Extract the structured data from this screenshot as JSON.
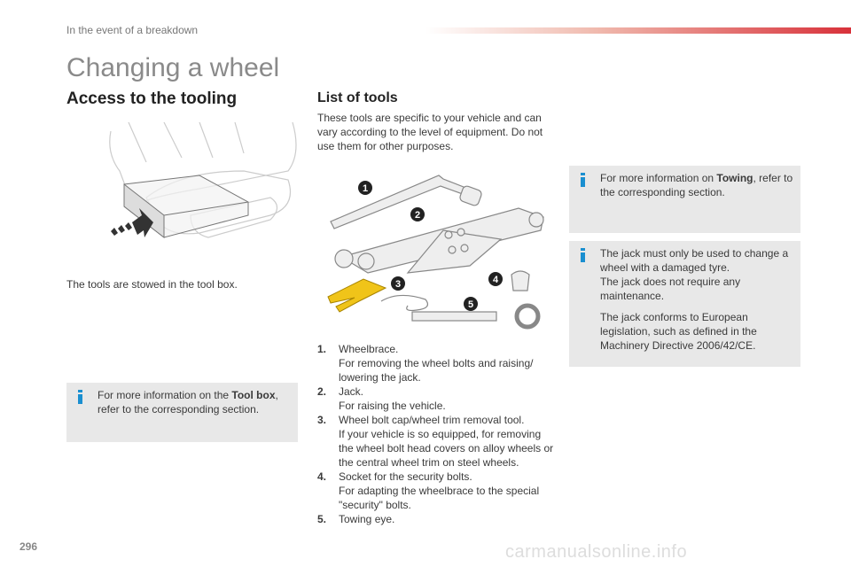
{
  "header": {
    "section": "In the event of a breakdown",
    "accent_color": "#d8313a"
  },
  "page": {
    "title": "Changing a wheel",
    "number": "296"
  },
  "access": {
    "heading": "Access to the tooling",
    "caption": "The tools are stowed in the tool box.",
    "tip": {
      "pre": "For more information on the ",
      "bold": "Tool box",
      "post": ", refer to the corresponding section."
    }
  },
  "tools": {
    "heading": "List of tools",
    "intro": "These tools are specific to your vehicle and can vary according to the level of equipment. Do not use them for other purposes.",
    "callouts": [
      "1",
      "2",
      "3",
      "4",
      "5"
    ],
    "items": [
      {
        "num": "1.",
        "name": "Wheelbrace.",
        "desc": "For removing the wheel bolts and raising/ lowering the jack."
      },
      {
        "num": "2.",
        "name": "Jack.",
        "desc": "For raising the vehicle."
      },
      {
        "num": "3.",
        "name": "Wheel bolt cap/wheel trim removal tool.",
        "desc": "If your vehicle is so equipped, for removing the wheel bolt head covers on alloy wheels or the central wheel trim on steel wheels."
      },
      {
        "num": "4.",
        "name": "Socket for the security bolts.",
        "desc": "For adapting the wheelbrace to the special \"security\" bolts."
      },
      {
        "num": "5.",
        "name": "Towing eye.",
        "desc": ""
      }
    ]
  },
  "tips": {
    "towing": {
      "pre": "For more information on ",
      "bold": "Towing",
      "post": ", refer to the corresponding section."
    },
    "jack": {
      "p1": "The jack must only be used to change a wheel with a damaged tyre.",
      "p2": "The jack does not require any maintenance.",
      "p3": "The jack conforms to European legislation, such as defined in the Machinery Directive 2006/42/CE."
    }
  },
  "watermark": "carmanualsonline.info"
}
